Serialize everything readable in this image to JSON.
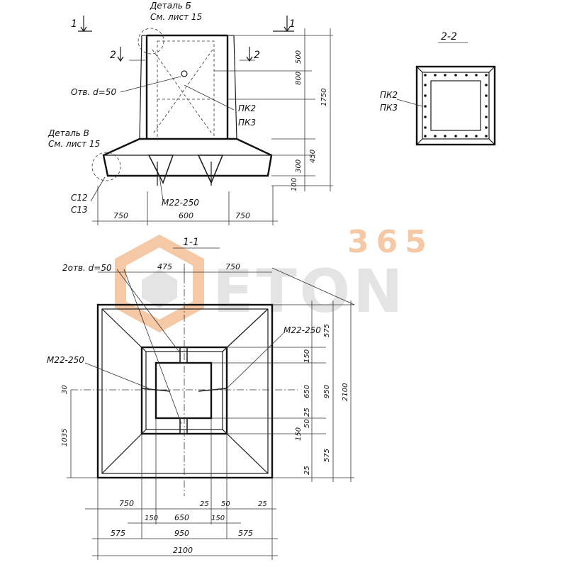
{
  "watermark": {
    "number": "365",
    "brand": "ETON",
    "accent_color": "#f6c9a6",
    "brand_color": "#e4e4e4"
  },
  "sections": {
    "s1_top": "1",
    "s1_right": "1",
    "s2_left": "2",
    "s2_right": "2",
    "title_22": "2-2",
    "title_11": "1-1"
  },
  "labels": {
    "detail_b": "Деталь Б",
    "detail_b_ref": "См. лист 15",
    "detail_v": "Деталь В",
    "detail_v_ref": "См. лист 15",
    "hole": "Отв. d=50",
    "pk2": "ПК2",
    "pk3": "ПК3",
    "pk2_b": "ПК2",
    "pk3_b": "ПК3",
    "c12": "С12",
    "c13": "С13",
    "m22_elev": "М22-250",
    "holes2": "2отв. d=50",
    "m22_plan_r": "М22-250",
    "m22_plan_l": "М22-250"
  },
  "dims_elevation": {
    "d750a": "750",
    "d600": "600",
    "d750b": "750",
    "d500": "500",
    "d800": "800",
    "d1750": "1750",
    "d450": "450",
    "d300": "300",
    "d100": "100"
  },
  "dims_plan": {
    "top475": "475",
    "top750": "750",
    "r575a": "575",
    "r150": "150",
    "r650": "650",
    "r950": "950",
    "r2100": "2100",
    "r25a": "25",
    "r50": "50",
    "r150b": "150",
    "r575b": "575",
    "r25b": "25",
    "l30": "30",
    "l1035": "1035",
    "b750": "750",
    "b25a": "25",
    "b50": "50",
    "b25b": "25",
    "b150a": "150",
    "b650": "650",
    "b150b": "150",
    "b575a": "575",
    "b950": "950",
    "b575b": "575",
    "b2100": "2100"
  },
  "icons": [
    "section-arrow-icon"
  ]
}
